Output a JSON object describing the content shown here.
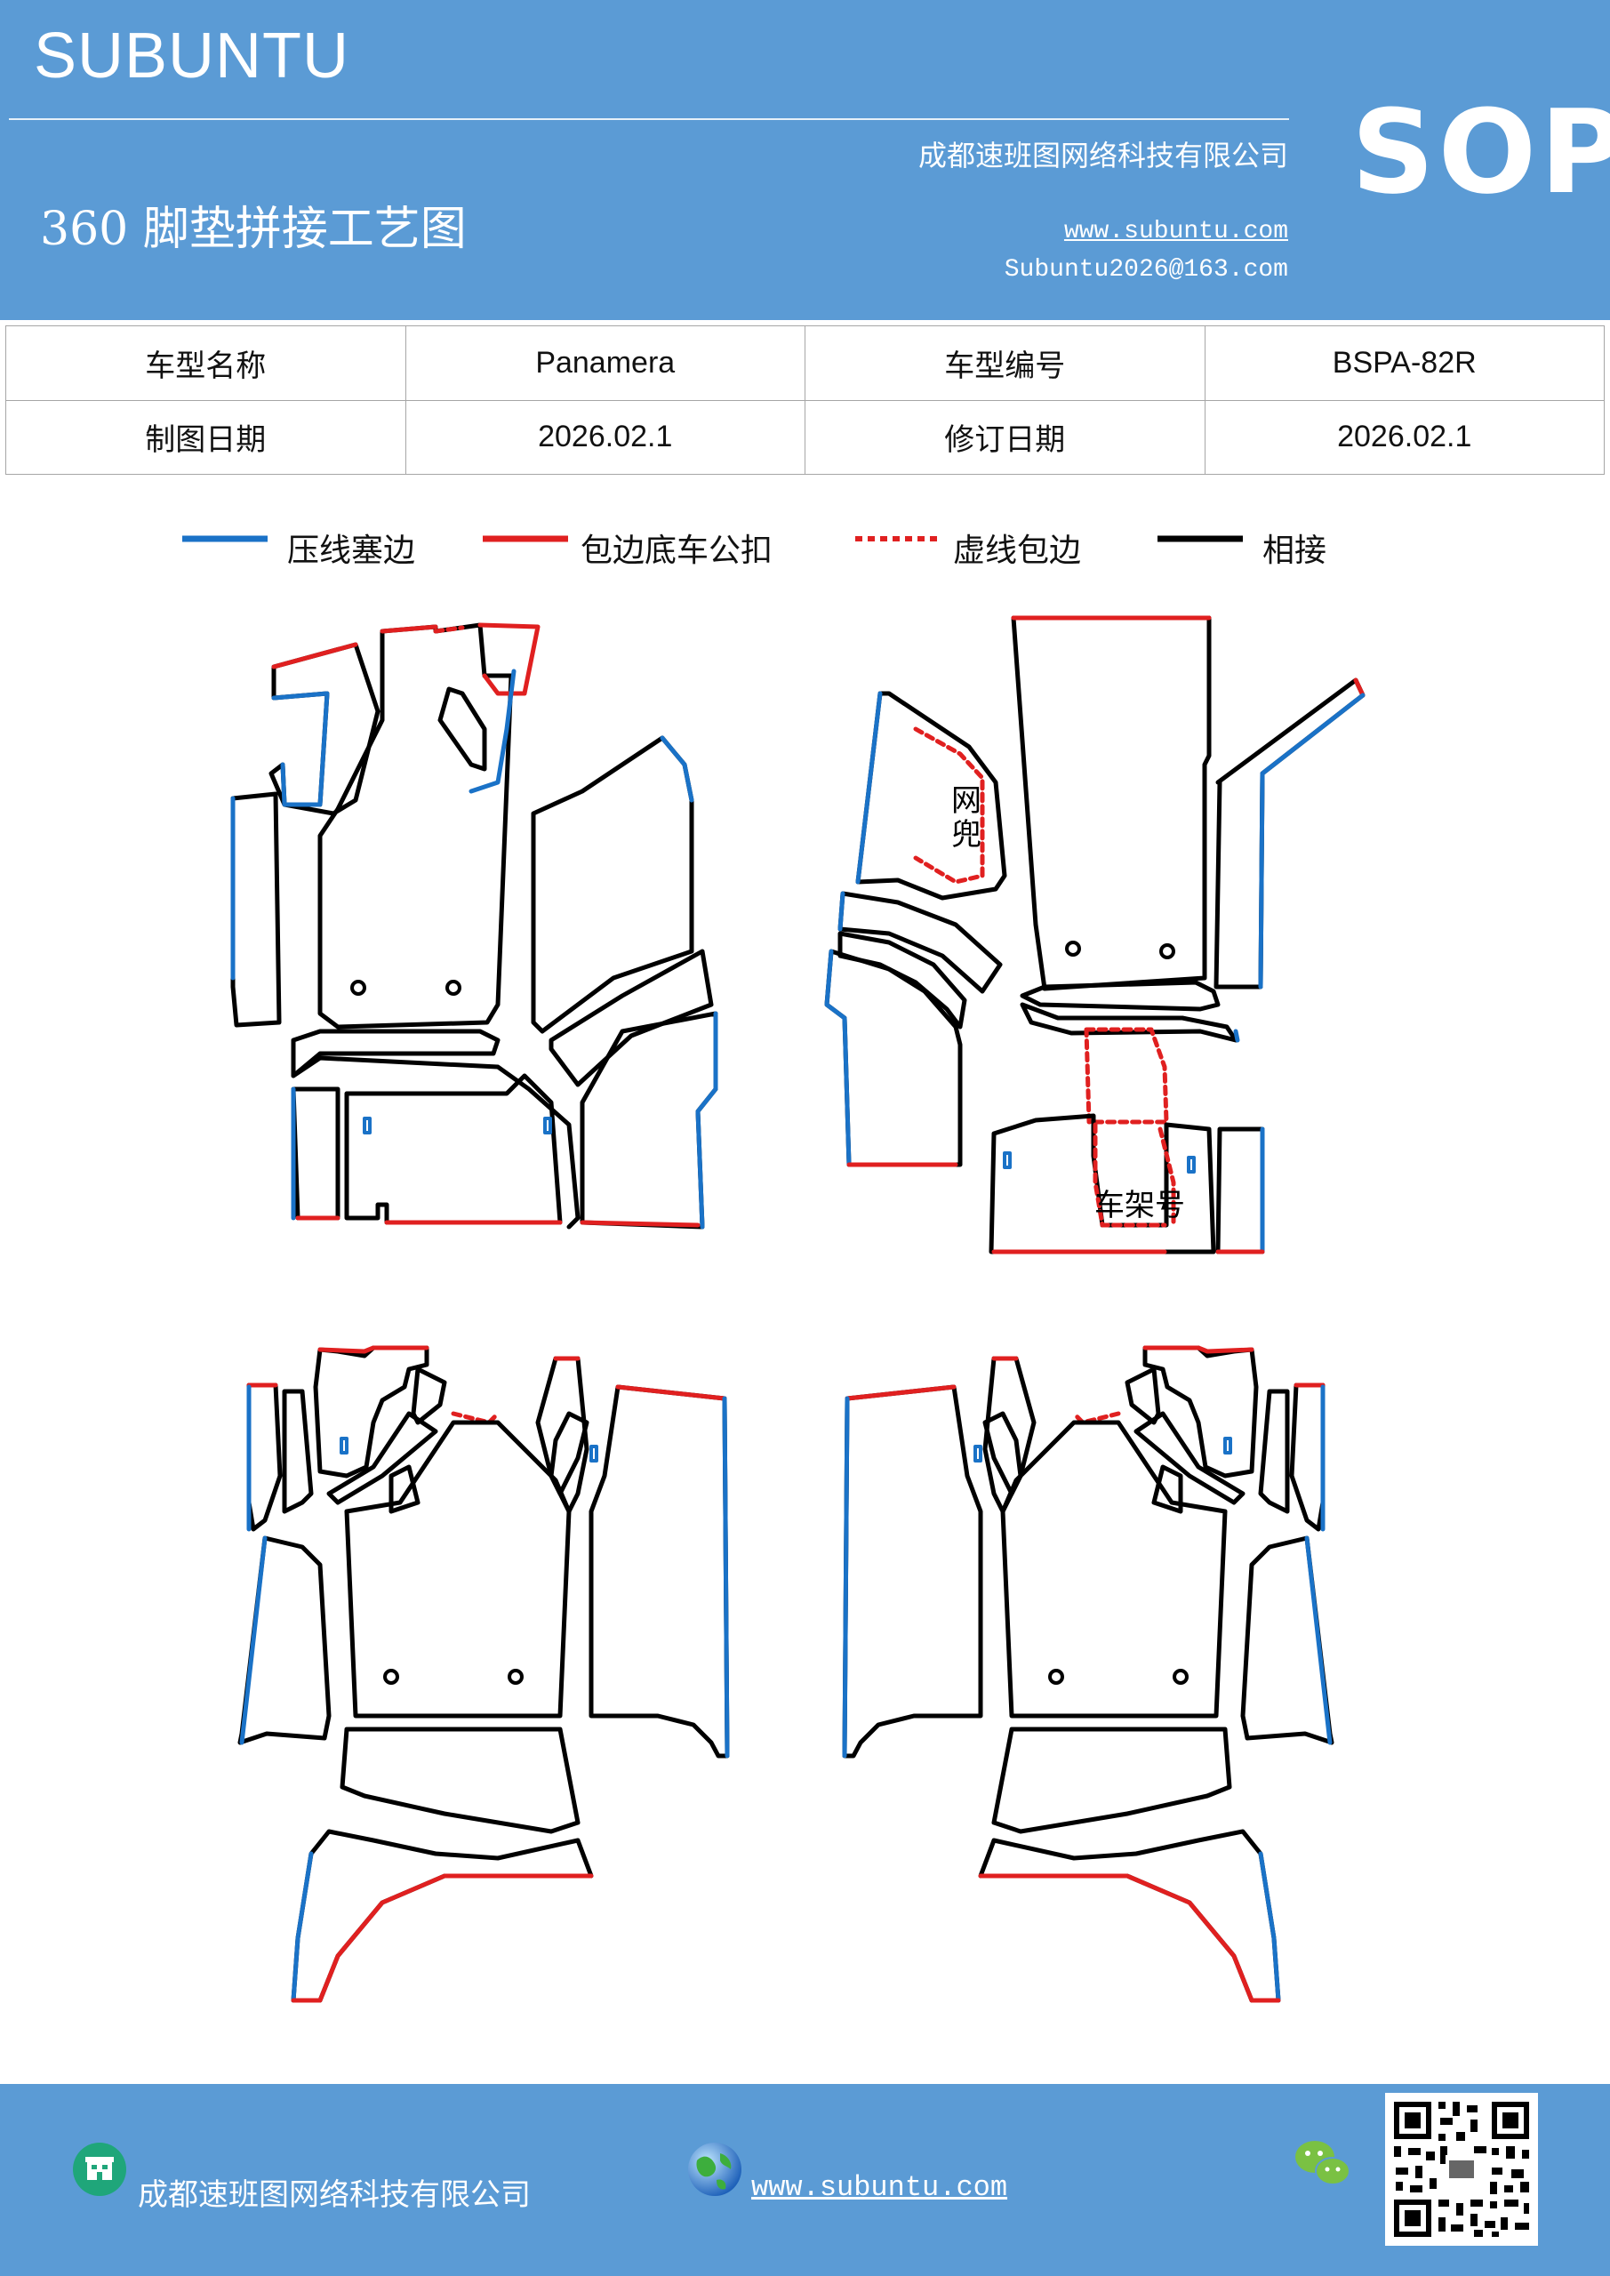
{
  "header": {
    "brand": "SUBUNTU",
    "title": "360 脚垫拼接工艺图",
    "company": "成都速班图网络科技有限公司",
    "website": "www.subuntu.com",
    "email": "Subuntu2026@163.com",
    "badge": "SOP"
  },
  "info_table": [
    [
      "车型名称",
      "Panamera",
      "车型编号",
      "BSPA-82R"
    ],
    [
      "制图日期",
      "2026.02.1",
      "修订日期",
      "2026.02.1"
    ]
  ],
  "legend": [
    {
      "label": "压线塞边",
      "color": "#1a72c7",
      "style": "solid"
    },
    {
      "label": "包边底车公扣",
      "color": "#e02020",
      "style": "solid"
    },
    {
      "label": "虚线包边",
      "color": "#e02020",
      "style": "dotted"
    },
    {
      "label": "相接",
      "color": "#000000",
      "style": "solid"
    }
  ],
  "diagram_labels": {
    "net_pocket": "网兜",
    "frame_number": "车架号"
  },
  "colors": {
    "header_bg": "#5b9bd5",
    "blue_edge": "#1a72c7",
    "red_edge": "#e02020",
    "join_edge": "#000000"
  },
  "footer": {
    "company": "成都速班图网络科技有限公司",
    "website": "www.subuntu.com",
    "icons": [
      "building-icon",
      "globe-icon",
      "wechat-icon",
      "qr-code"
    ]
  }
}
